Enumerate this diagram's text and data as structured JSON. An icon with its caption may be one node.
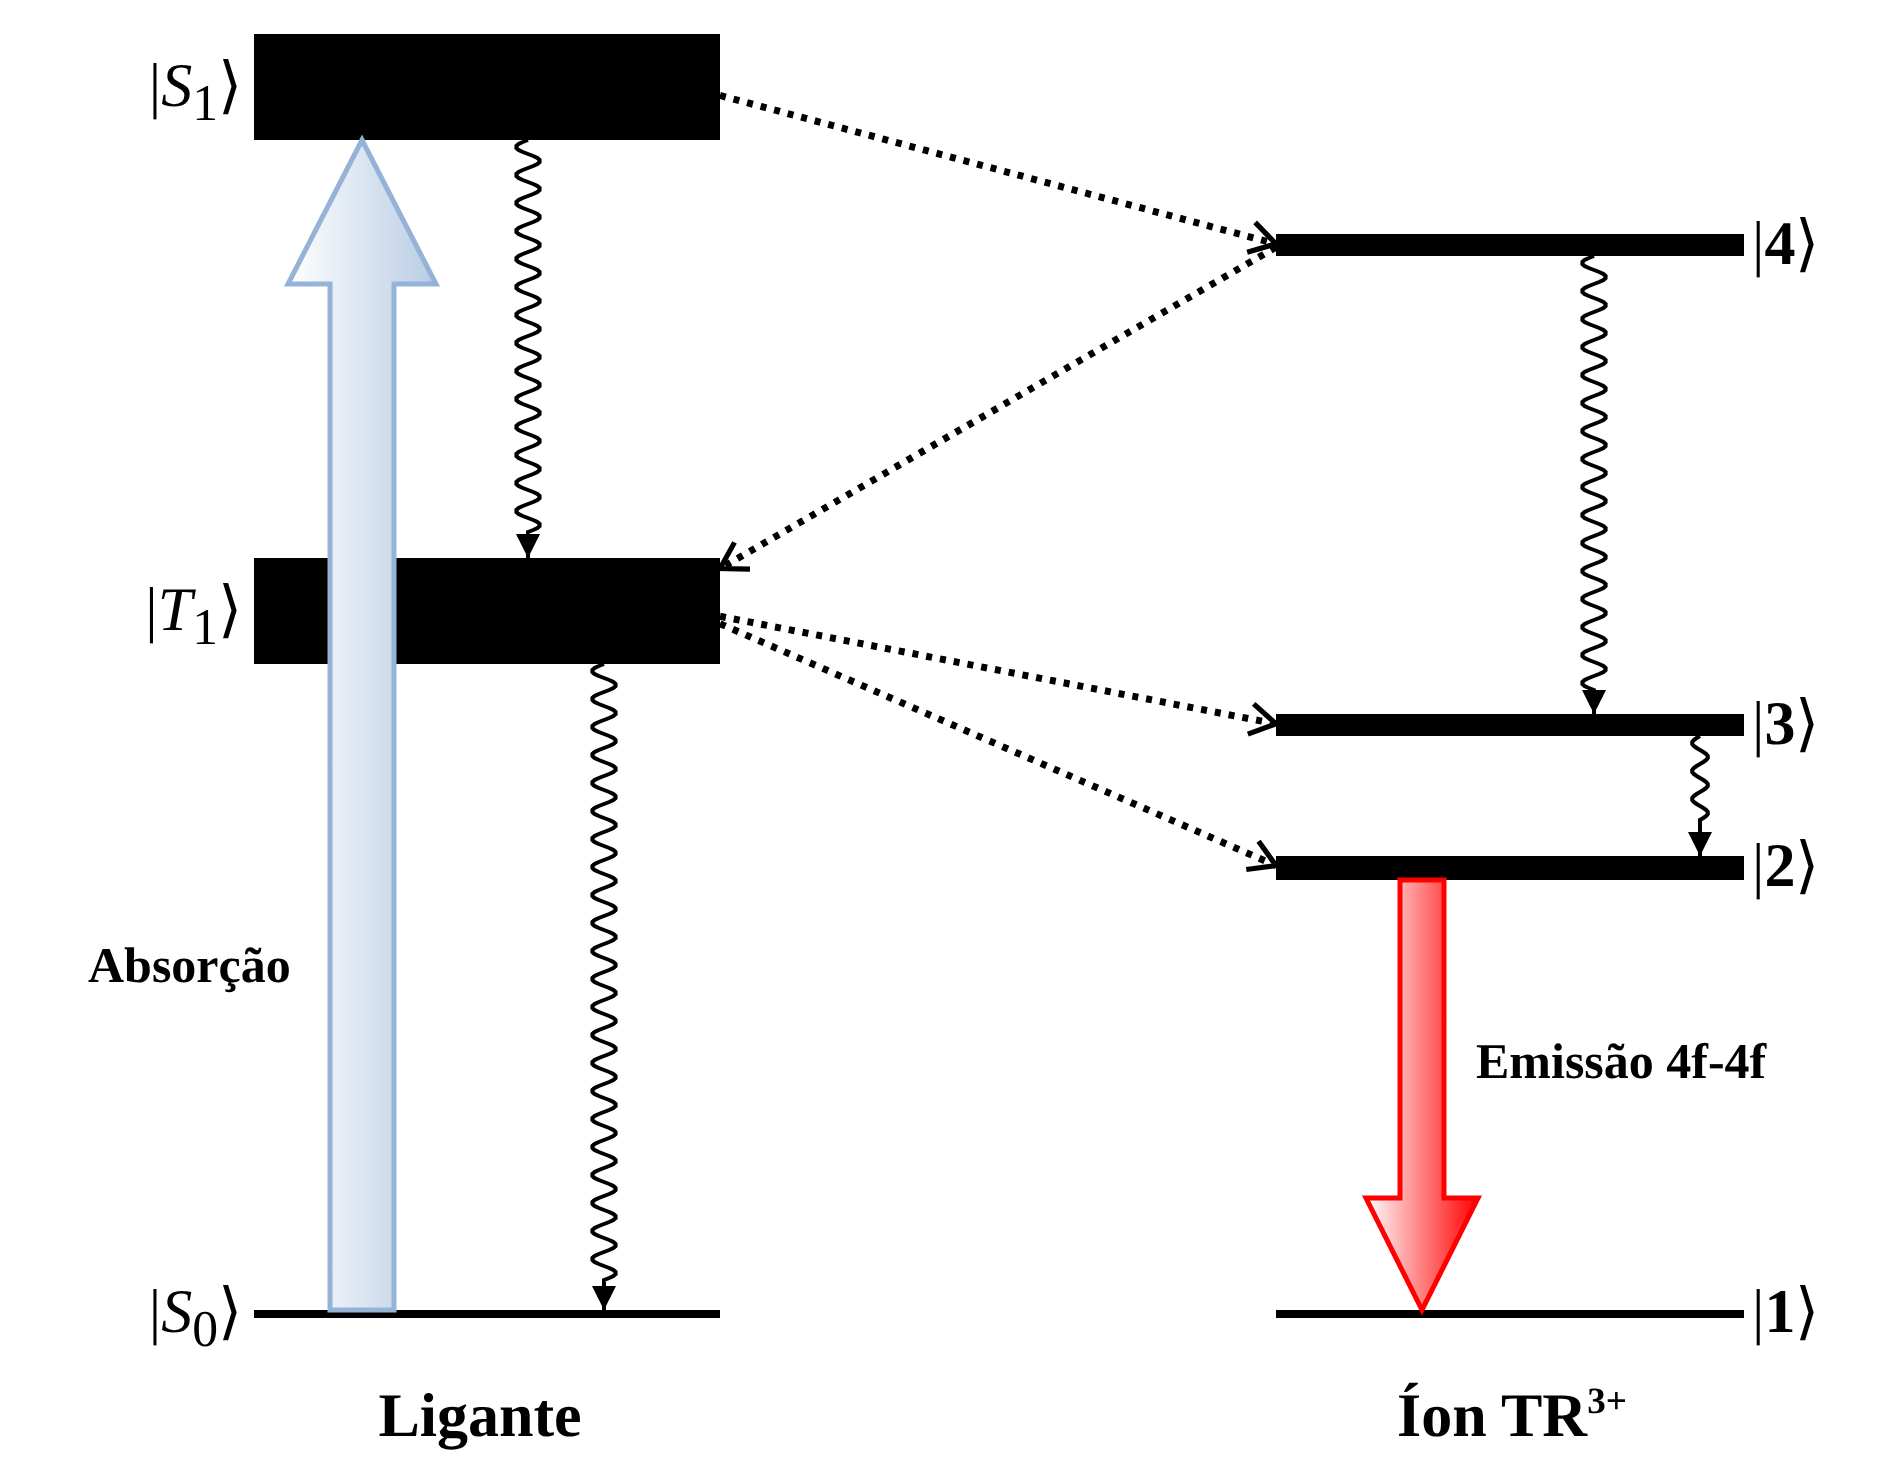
{
  "diagram": {
    "nodes": [
      {
        "text": [],
        "shape": "bar",
        "beside": [
          "|*S*$_{1}$⟩"
        ]
      },
      {
        "text": [],
        "shape": "bar",
        "beside": [
          "|*T*$_{1}$⟩"
        ]
      },
      {
        "text": [],
        "shape": "bar",
        "beside": [
          "|*S*$_{0}$⟩"
        ]
      },
      {
        "text": [],
        "shape": "bar",
        "beside": [
          "|**4**⟩"
        ]
      },
      {
        "text": [],
        "shape": "bar",
        "beside": [
          "|**3**⟩"
        ]
      },
      {
        "text": [],
        "shape": "bar",
        "beside": [
          "|**2**⟩"
        ]
      },
      {
        "text": [],
        "shape": "bar",
        "beside": [
          "|**1**⟩"
        ]
      }
    ],
    "edges": [
      {
        "from": 2,
        "to": 0,
        "arrow": "to",
        "label": "Absorção",
        "style": "thick",
        "color": "#b8cce4"
      },
      {
        "from": 0,
        "to": 1,
        "arrow": "to"
      },
      {
        "from": 1,
        "to": 2,
        "arrow": "to"
      },
      {
        "from": 0,
        "to": 3,
        "arrow": "to",
        "style": "dashed"
      },
      {
        "from": 3,
        "to": 1,
        "arrow": "to",
        "style": "dashed"
      },
      {
        "from": 1,
        "to": 4,
        "arrow": "to",
        "style": "dashed"
      },
      {
        "from": 1,
        "to": 5,
        "arrow": "to",
        "style": "dashed"
      },
      {
        "from": 3,
        "to": 4,
        "arrow": "to"
      },
      {
        "from": 4,
        "to": 5,
        "arrow": "to"
      },
      {
        "from": 5,
        "to": 6,
        "arrow": "to",
        "label": "Emissão 4f-4f",
        "style": "thick",
        "color": "#ff0000"
      }
    ],
    "labels": [
      "Ligante",
      "Íon TR$^{3+}$"
    ]
  }
}
